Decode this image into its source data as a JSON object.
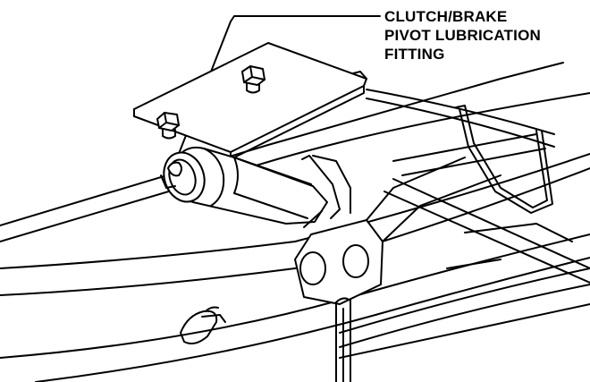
{
  "callout": {
    "lines": [
      "CLUTCH/BRAKE",
      "PIVOT LUBRICATION",
      "FITTING"
    ]
  },
  "colors": {
    "line": "#000000",
    "background": "#ffffff"
  }
}
